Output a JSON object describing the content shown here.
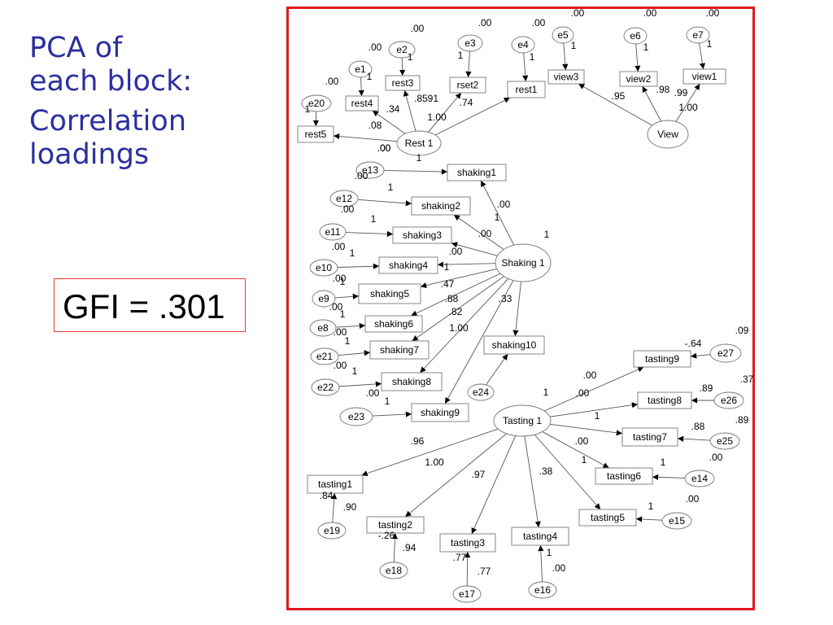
{
  "title": {
    "line1": "PCA of",
    "line2": "each block:",
    "line3": "Correlation",
    "line4": "loadings"
  },
  "gfi": "GFI = .301",
  "colors": {
    "title": "#2b2fa0",
    "frame": "#e0191f",
    "gfi_border": "#e53935"
  },
  "nodes": [
    {
      "id": "rest1",
      "label": "rest1",
      "shape": "rect"
    },
    {
      "id": "rest2",
      "label": "rset2",
      "shape": "rect"
    },
    {
      "id": "rest3",
      "label": "rest3",
      "shape": "rect"
    },
    {
      "id": "rest4",
      "label": "rest4",
      "shape": "rect"
    },
    {
      "id": "rest5",
      "label": "rest5",
      "shape": "rect"
    },
    {
      "id": "view1",
      "label": "view1",
      "shape": "rect"
    },
    {
      "id": "view2",
      "label": "view2",
      "shape": "rect"
    },
    {
      "id": "view3",
      "label": "view3",
      "shape": "rect"
    },
    {
      "id": "shaking1",
      "label": "shaking1",
      "shape": "rect"
    },
    {
      "id": "shaking2",
      "label": "shaking2",
      "shape": "rect"
    },
    {
      "id": "shaking3",
      "label": "shaking3",
      "shape": "rect"
    },
    {
      "id": "shaking4",
      "label": "shaking4",
      "shape": "rect"
    },
    {
      "id": "shaking5",
      "label": "shaking5",
      "shape": "rect"
    },
    {
      "id": "shaking6",
      "label": "shaking6",
      "shape": "rect"
    },
    {
      "id": "shaking7",
      "label": "shaking7",
      "shape": "rect"
    },
    {
      "id": "shaking8",
      "label": "shaking8",
      "shape": "rect"
    },
    {
      "id": "shaking9",
      "label": "shaking9",
      "shape": "rect"
    },
    {
      "id": "shaking10",
      "label": "shaking10",
      "shape": "rect"
    },
    {
      "id": "tasting1",
      "label": "tasting1",
      "shape": "rect"
    },
    {
      "id": "tasting2",
      "label": "tasting2",
      "shape": "rect"
    },
    {
      "id": "tasting3",
      "label": "tasting3",
      "shape": "rect"
    },
    {
      "id": "tasting4",
      "label": "tasting4",
      "shape": "rect"
    },
    {
      "id": "tasting5",
      "label": "tasting5",
      "shape": "rect"
    },
    {
      "id": "tasting6",
      "label": "tasting6",
      "shape": "rect"
    },
    {
      "id": "tasting7",
      "label": "tasting7",
      "shape": "rect"
    },
    {
      "id": "tasting8",
      "label": "tasting8",
      "shape": "rect"
    },
    {
      "id": "tasting9",
      "label": "tasting9",
      "shape": "rect"
    },
    {
      "id": "Rest",
      "label": "Rest 1",
      "shape": "ellipse"
    },
    {
      "id": "View",
      "label": "View",
      "shape": "ellipse"
    },
    {
      "id": "Shaking",
      "label": "Shaking 1",
      "shape": "ellipse"
    },
    {
      "id": "Tasting",
      "label": "Tasting 1",
      "shape": "ellipse"
    },
    {
      "id": "e1",
      "label": "e1",
      "shape": "ellipse"
    },
    {
      "id": "e2",
      "label": "e2",
      "shape": "ellipse"
    },
    {
      "id": "e3",
      "label": "e3",
      "shape": "ellipse"
    },
    {
      "id": "e4",
      "label": "e4",
      "shape": "ellipse"
    },
    {
      "id": "e5",
      "label": "e5",
      "shape": "ellipse"
    },
    {
      "id": "e6",
      "label": "e6",
      "shape": "ellipse"
    },
    {
      "id": "e7",
      "label": "e7",
      "shape": "ellipse"
    },
    {
      "id": "e20",
      "label": "e20",
      "shape": "ellipse"
    },
    {
      "id": "e13",
      "label": "e13",
      "shape": "ellipse"
    },
    {
      "id": "e12",
      "label": "e12",
      "shape": "ellipse"
    },
    {
      "id": "e11",
      "label": "e11",
      "shape": "ellipse"
    },
    {
      "id": "e10",
      "label": "e10",
      "shape": "ellipse"
    },
    {
      "id": "e9",
      "label": "e9",
      "shape": "ellipse"
    },
    {
      "id": "e8",
      "label": "e8",
      "shape": "ellipse"
    },
    {
      "id": "e21",
      "label": "e21",
      "shape": "ellipse"
    },
    {
      "id": "e22",
      "label": "e22",
      "shape": "ellipse"
    },
    {
      "id": "e23",
      "label": "e23",
      "shape": "ellipse"
    },
    {
      "id": "e24",
      "label": "e24",
      "shape": "ellipse"
    },
    {
      "id": "e27",
      "label": "e27",
      "shape": "ellipse"
    },
    {
      "id": "e26",
      "label": "e26",
      "shape": "ellipse"
    },
    {
      "id": "e25",
      "label": "e25",
      "shape": "ellipse"
    },
    {
      "id": "e14",
      "label": "e14",
      "shape": "ellipse"
    },
    {
      "id": "e15",
      "label": "e15",
      "shape": "ellipse"
    },
    {
      "id": "e16",
      "label": "e16",
      "shape": "ellipse"
    },
    {
      "id": "e17",
      "label": "e17",
      "shape": "ellipse"
    },
    {
      "id": "e18",
      "label": "e18",
      "shape": "ellipse"
    },
    {
      "id": "e19",
      "label": "e19",
      "shape": "ellipse"
    }
  ],
  "edges": [
    {
      "from": "Rest",
      "to": "rest1"
    },
    {
      "from": "Rest",
      "to": "rest2"
    },
    {
      "from": "Rest",
      "to": "rest3"
    },
    {
      "from": "Rest",
      "to": "rest4"
    },
    {
      "from": "Rest",
      "to": "rest5"
    },
    {
      "from": "View",
      "to": "view1"
    },
    {
      "from": "View",
      "to": "view2"
    },
    {
      "from": "View",
      "to": "view3"
    },
    {
      "from": "Shaking",
      "to": "shaking1"
    },
    {
      "from": "Shaking",
      "to": "shaking2"
    },
    {
      "from": "Shaking",
      "to": "shaking3"
    },
    {
      "from": "Shaking",
      "to": "shaking4"
    },
    {
      "from": "Shaking",
      "to": "shaking5"
    },
    {
      "from": "Shaking",
      "to": "shaking6"
    },
    {
      "from": "Shaking",
      "to": "shaking7"
    },
    {
      "from": "Shaking",
      "to": "shaking8"
    },
    {
      "from": "Shaking",
      "to": "shaking9"
    },
    {
      "from": "Shaking",
      "to": "shaking10"
    },
    {
      "from": "Tasting",
      "to": "tasting1"
    },
    {
      "from": "Tasting",
      "to": "tasting2"
    },
    {
      "from": "Tasting",
      "to": "tasting3"
    },
    {
      "from": "Tasting",
      "to": "tasting4"
    },
    {
      "from": "Tasting",
      "to": "tasting5"
    },
    {
      "from": "Tasting",
      "to": "tasting6"
    },
    {
      "from": "Tasting",
      "to": "tasting7"
    },
    {
      "from": "Tasting",
      "to": "tasting8"
    },
    {
      "from": "Tasting",
      "to": "tasting9"
    },
    {
      "from": "e1",
      "to": "rest4"
    },
    {
      "from": "e2",
      "to": "rest3"
    },
    {
      "from": "e3",
      "to": "rest2"
    },
    {
      "from": "e4",
      "to": "rest1"
    },
    {
      "from": "e20",
      "to": "rest5"
    },
    {
      "from": "e5",
      "to": "view3"
    },
    {
      "from": "e6",
      "to": "view2"
    },
    {
      "from": "e7",
      "to": "view1"
    },
    {
      "from": "e13",
      "to": "shaking1"
    },
    {
      "from": "e12",
      "to": "shaking2"
    },
    {
      "from": "e11",
      "to": "shaking3"
    },
    {
      "from": "e10",
      "to": "shaking4"
    },
    {
      "from": "e9",
      "to": "shaking5"
    },
    {
      "from": "e8",
      "to": "shaking6"
    },
    {
      "from": "e21",
      "to": "shaking7"
    },
    {
      "from": "e22",
      "to": "shaking8"
    },
    {
      "from": "e23",
      "to": "shaking9"
    },
    {
      "from": "e24",
      "to": "shaking10"
    },
    {
      "from": "e27",
      "to": "tasting9"
    },
    {
      "from": "e26",
      "to": "tasting8"
    },
    {
      "from": "e25",
      "to": "tasting7"
    },
    {
      "from": "e14",
      "to": "tasting6"
    },
    {
      "from": "e15",
      "to": "tasting5"
    },
    {
      "from": "e16",
      "to": "tasting4"
    },
    {
      "from": "e17",
      "to": "tasting3"
    },
    {
      "from": "e18",
      "to": "tasting2"
    },
    {
      "from": "e19",
      "to": "tasting1"
    }
  ],
  "labels": [
    ".00",
    ".00",
    ".00",
    ".00",
    ".00",
    ".00",
    ".00",
    ".00",
    ".00",
    "1",
    "1",
    "1",
    "1",
    "1",
    "1",
    "1",
    "1",
    ".34",
    ".8591",
    ".74",
    "1.00",
    ".08",
    ".00",
    "1",
    ".95",
    ".98",
    ".99",
    "1.00",
    ".00",
    "1",
    ".00",
    "1",
    ".00",
    "1",
    ".00",
    "1",
    ".00",
    "1",
    ".00",
    "1",
    ".00",
    "1",
    ".00",
    "1",
    ".00",
    "1",
    ".00",
    "1",
    ".00",
    "1",
    ".47",
    ".88",
    ".82",
    "1.00",
    ".33",
    ".09",
    "-.64",
    ".37",
    ".89",
    ".89",
    ".88",
    ".00",
    "1",
    ".00",
    "1",
    ".00",
    "1",
    ".00",
    "1",
    ".00",
    "1",
    ".96",
    "1.00",
    ".97",
    ".38",
    ".90",
    ".84",
    ".94",
    "-.26",
    ".77",
    ".77",
    ".00",
    "1",
    ".00",
    "1",
    ".00",
    "1",
    ".00",
    "1"
  ]
}
